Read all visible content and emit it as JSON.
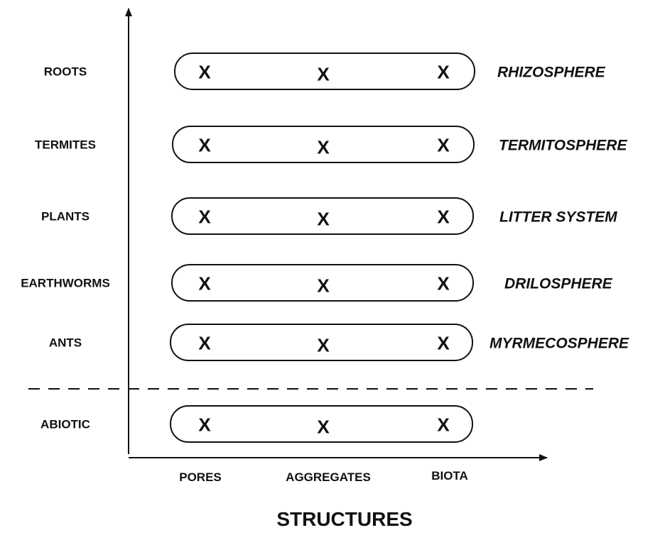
{
  "rows": [
    {
      "group": "ROOTS",
      "marks": [
        "X",
        "X",
        "X"
      ],
      "sphere": "RHIZOSPHERE"
    },
    {
      "group": "TERMITES",
      "marks": [
        "X",
        "X",
        "X"
      ],
      "sphere": "TERMITOSPHERE"
    },
    {
      "group": "PLANTS",
      "marks": [
        "X",
        "X",
        "X"
      ],
      "sphere": "LITTER SYSTEM"
    },
    {
      "group": "EARTHWORMS",
      "marks": [
        "X",
        "X",
        "X"
      ],
      "sphere": "DRILOSPHERE"
    },
    {
      "group": "ANTS",
      "marks": [
        "X",
        "X",
        "X"
      ],
      "sphere": "MYRMECOSPHERE"
    },
    {
      "group": "ABIOTIC",
      "marks": [
        "X",
        "X",
        "X"
      ],
      "sphere": ""
    }
  ],
  "x_categories": [
    "PORES",
    "AGGREGATES",
    "BIOTA"
  ],
  "x_title": "STRUCTURES"
}
